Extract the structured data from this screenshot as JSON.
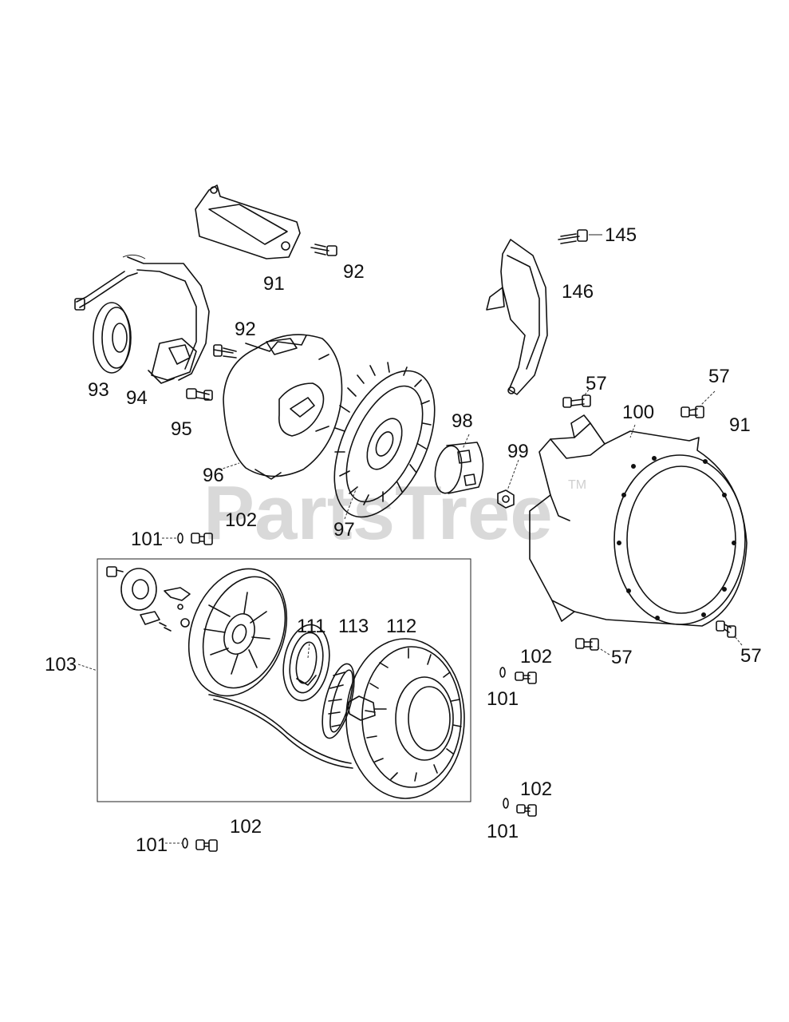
{
  "watermark": {
    "text": "PartsTree",
    "tm": "TM"
  },
  "callouts": [
    {
      "id": "c-91a",
      "text": "91"
    },
    {
      "id": "c-92a",
      "text": "92"
    },
    {
      "id": "c-145",
      "text": "145"
    },
    {
      "id": "c-146",
      "text": "146"
    },
    {
      "id": "c-92b",
      "text": "92"
    },
    {
      "id": "c-93",
      "text": "93"
    },
    {
      "id": "c-94",
      "text": "94"
    },
    {
      "id": "c-95",
      "text": "95"
    },
    {
      "id": "c-96",
      "text": "96"
    },
    {
      "id": "c-97",
      "text": "97"
    },
    {
      "id": "c-98",
      "text": "98"
    },
    {
      "id": "c-99",
      "text": "99"
    },
    {
      "id": "c-57a",
      "text": "57"
    },
    {
      "id": "c-57b",
      "text": "57"
    },
    {
      "id": "c-100",
      "text": "100"
    },
    {
      "id": "c-91b",
      "text": "91"
    },
    {
      "id": "c-101a",
      "text": "101"
    },
    {
      "id": "c-102a",
      "text": "102"
    },
    {
      "id": "c-103",
      "text": "103"
    },
    {
      "id": "c-111",
      "text": "111"
    },
    {
      "id": "c-113",
      "text": "113"
    },
    {
      "id": "c-112",
      "text": "112"
    },
    {
      "id": "c-102b",
      "text": "102"
    },
    {
      "id": "c-101b",
      "text": "101"
    },
    {
      "id": "c-57c",
      "text": "57"
    },
    {
      "id": "c-57d",
      "text": "57"
    },
    {
      "id": "c-102c",
      "text": "102"
    },
    {
      "id": "c-101c",
      "text": "101"
    },
    {
      "id": "c-102d",
      "text": "102"
    },
    {
      "id": "c-101d",
      "text": "101"
    }
  ]
}
